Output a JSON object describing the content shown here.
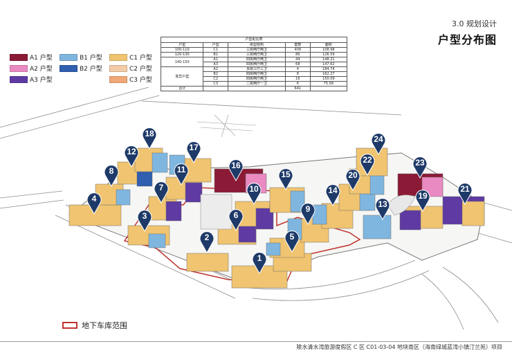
{
  "header": {
    "section": "3.0 规划设计",
    "title": "户型分布图"
  },
  "legend": [
    {
      "label": "A1 户型",
      "color": "#8b1a36"
    },
    {
      "label": "B1 户型",
      "color": "#7fb6e0"
    },
    {
      "label": "C1 户型",
      "color": "#f0c470"
    },
    {
      "label": "A2 户型",
      "color": "#e98ac2"
    },
    {
      "label": "B2 户型",
      "color": "#2f5fae"
    },
    {
      "label": "C2 户型",
      "color": "#f3cba7"
    },
    {
      "label": "A3 户型",
      "color": "#5e3aa2"
    },
    {
      "label": "C3 户型",
      "color": "#f0a878"
    }
  ],
  "table": {
    "caption": "户型配比表",
    "headers": [
      "户型",
      "户型",
      "房型结构",
      "套数",
      "面积"
    ],
    "rows": [
      [
        "100-110",
        "C1",
        "三房两厅两卫",
        "409",
        "108.98"
      ],
      [
        "120-130",
        "B1",
        "三房两厅两卫",
        "86",
        "126.59"
      ],
      [
        "140-150",
        "A1",
        "四房两厅两卫",
        "44",
        "148.21"
      ],
      [
        "",
        "A3",
        "四房两厅两卫",
        "68",
        "147.62"
      ],
      [
        "变异户型",
        "A2",
        "多房三厅三卫",
        "4",
        "184.74"
      ],
      [
        "",
        "B2",
        "四房两厅两卫",
        "8",
        "162.27"
      ],
      [
        "",
        "C2",
        "四房两厅两卫",
        "16",
        "150.09"
      ],
      [
        "",
        "C3",
        "二房两厅一卫",
        "6",
        "75.58"
      ],
      [
        "合计",
        "",
        "",
        "641",
        ""
      ]
    ]
  },
  "markers": [
    "1",
    "2",
    "3",
    "4",
    "5",
    "6",
    "7",
    "8",
    "9",
    "10",
    "11",
    "12",
    "13",
    "14",
    "15",
    "16",
    "17",
    "18",
    "19",
    "20",
    "21",
    "22",
    "23",
    "24"
  ],
  "garage_label": "地下车库范围",
  "footer": "陵水清水湾旅游度假区 C 区 C01-03-04 地块南区（海南绿城蓝湾小镇汀兰苑）项目"
}
